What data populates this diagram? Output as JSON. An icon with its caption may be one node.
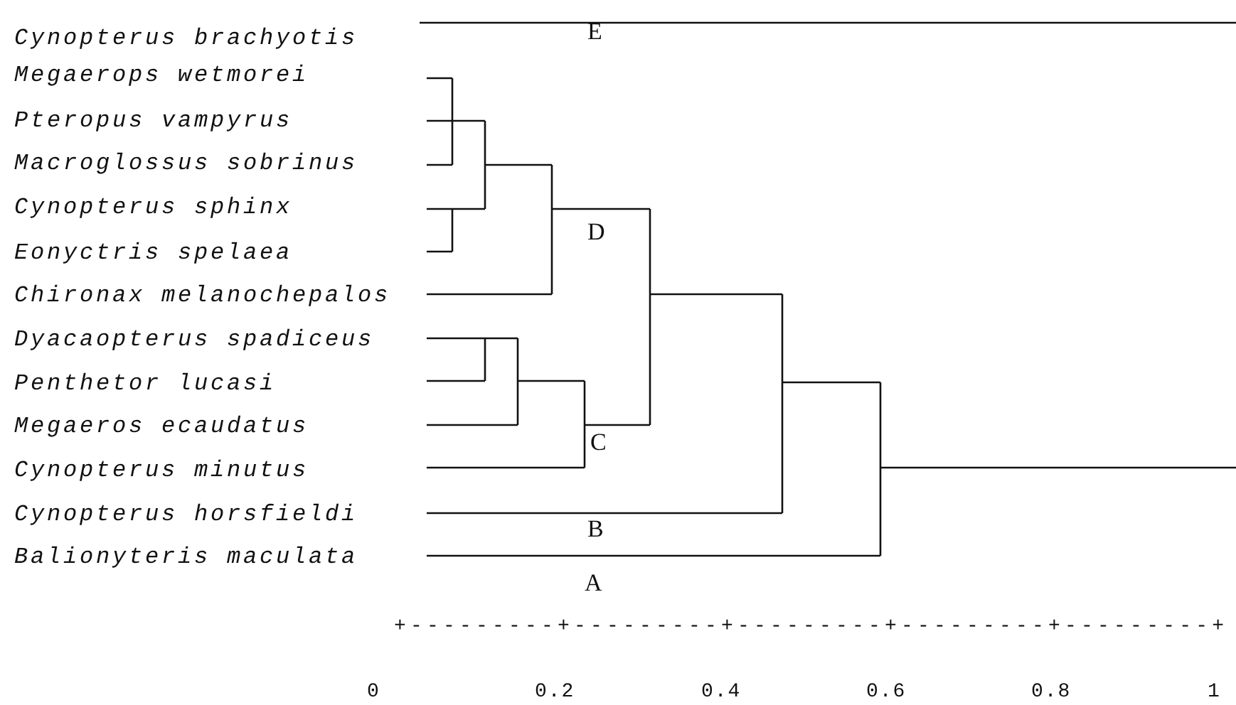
{
  "diagram": {
    "labels": [
      "Cynopterus brachyotis",
      "E",
      "Megaerops wetmorei",
      "Pteropus vampyrus",
      "Macroglossus sobrinus",
      "Cynopterus sphinx",
      "Eonyctris spelaea",
      "D",
      "Chironax melanochepalos",
      "Dyacaopterus spadiceus",
      "Penthetor lucasi",
      "Megaeros ecaudatus",
      "Cynopterus minutus",
      "C",
      "Cynopterus horsfieldi",
      "B",
      "Balionyteris maculata",
      "A",
      "+---------+---------+---------+---------+---------+",
      "0",
      "0.2",
      "0.4",
      "0.6",
      "0.8",
      "1"
    ]
  }
}
